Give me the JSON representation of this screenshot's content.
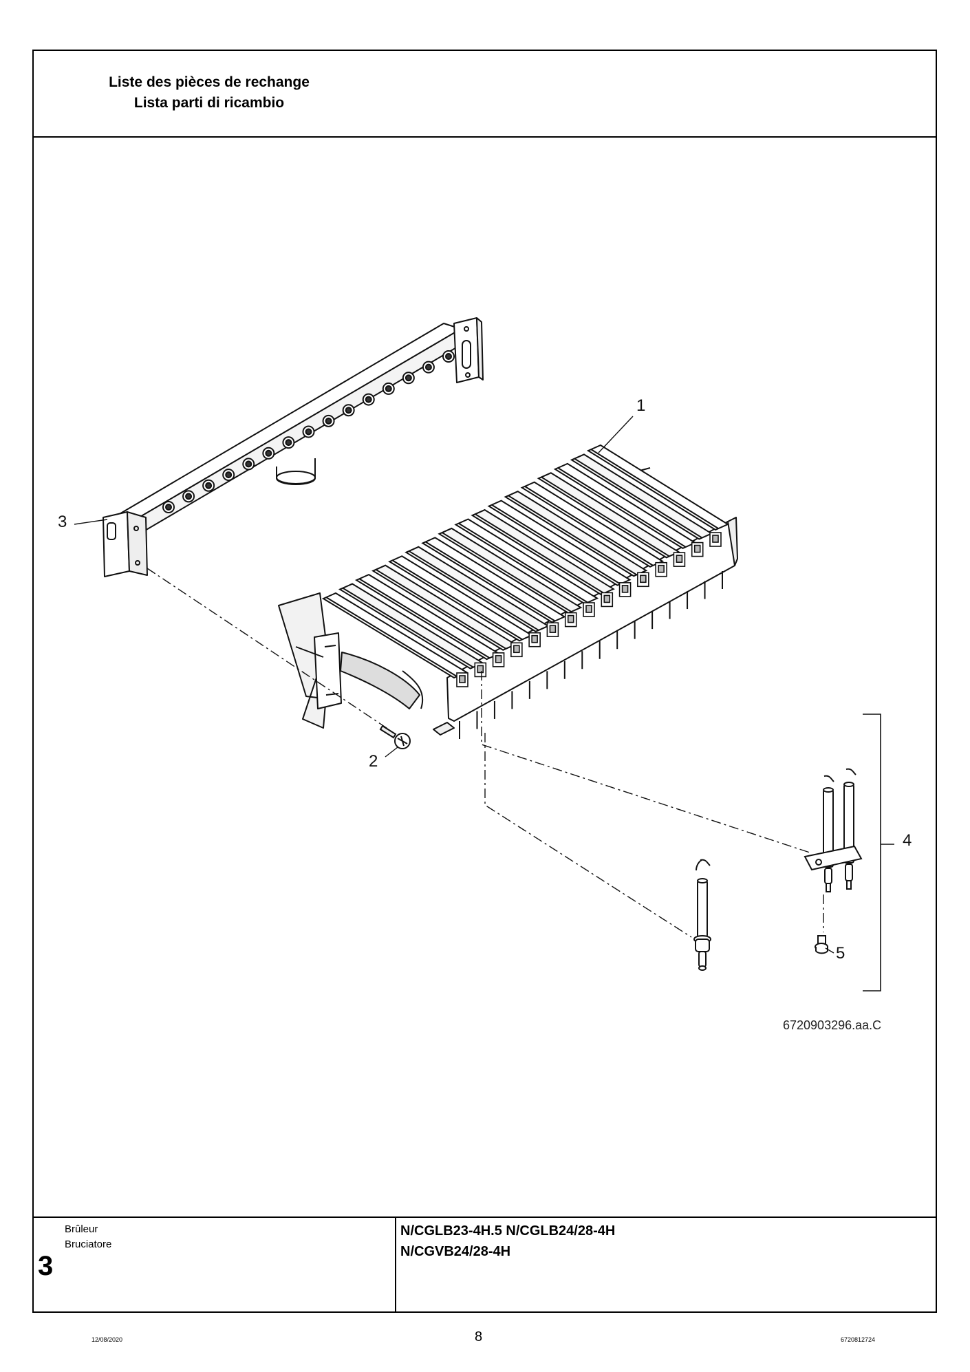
{
  "header": {
    "title_fr": "Liste des pièces de rechange",
    "title_it": "Lista parti di ricambio"
  },
  "diagram": {
    "callouts": [
      "1",
      "2",
      "3",
      "4",
      "5"
    ],
    "drawing_ref": "6720903296.aa.C"
  },
  "section": {
    "number": "3",
    "name_fr": "Brûleur",
    "name_it": "Bruciatore"
  },
  "models": {
    "line1": "N/CGLB23-4H.5 N/CGLB24/28-4H",
    "line2": "N/CGVB24/28-4H"
  },
  "footer": {
    "date": "12/08/2020",
    "page": "8",
    "doc_code": "6720812724"
  }
}
